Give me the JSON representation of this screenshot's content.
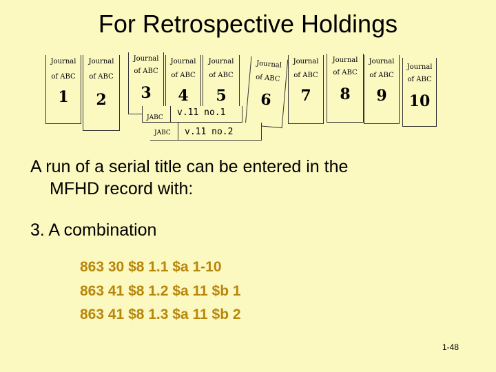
{
  "title": "For Retrospective Holdings",
  "books": [
    {
      "journal": "Journal",
      "sub": "of ABC",
      "num": "1"
    },
    {
      "journal": "Journal",
      "sub": "of ABC",
      "num": "2"
    },
    {
      "journal": "Journal",
      "sub": "of ABC",
      "num": "3"
    },
    {
      "journal": "Journal",
      "sub": "of ABC",
      "num": "4"
    },
    {
      "journal": "Journal",
      "sub": "of ABC",
      "num": "5"
    },
    {
      "journal": "Journal",
      "sub": "of ABC",
      "num": "6"
    },
    {
      "journal": "Journal",
      "sub": "of ABC",
      "num": "7"
    },
    {
      "journal": "Journal",
      "sub": "of ABC",
      "num": "8"
    },
    {
      "journal": "Journal",
      "sub": "of ABC",
      "num": "9"
    },
    {
      "journal": "Journal",
      "sub": "of ABC",
      "num": "10"
    }
  ],
  "issues": [
    {
      "abbr": "JABC",
      "label": "v.11  no.1"
    },
    {
      "abbr": "JABC",
      "label": "v.11  no.2"
    }
  ],
  "body": {
    "line1": "A run of a serial title can be entered in the",
    "line2": "MFHD record with:",
    "point": "3. A combination"
  },
  "codes": [
    "863 30  $8 1.1 $a 1-10",
    "863 41  $8 1.2 $a 11 $b 1",
    "863 41  $8 1.3 $a 11 $b 2"
  ],
  "page_number": "1-48"
}
